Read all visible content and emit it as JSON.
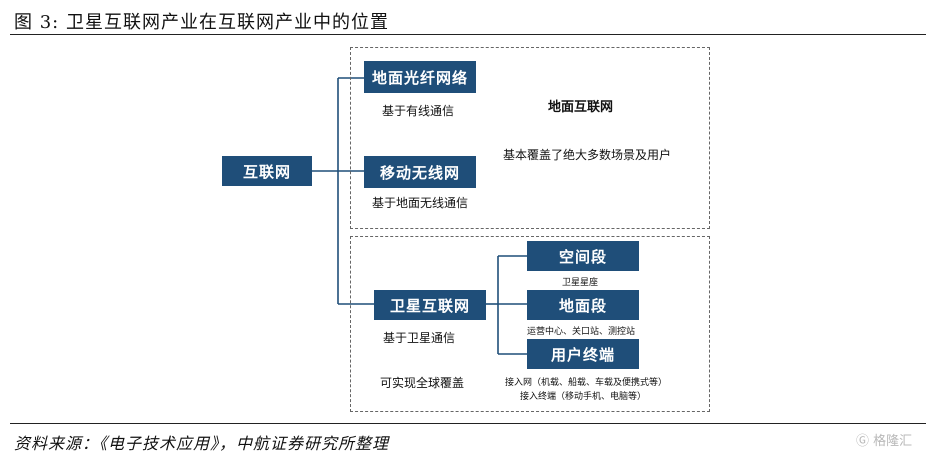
{
  "title": "图 3:  卫星互联网产业在互联网产业中的位置",
  "nodes": {
    "internet": "互联网",
    "fiber": "地面光纤网络",
    "wireless": "移动无线网",
    "satellite": "卫星互联网",
    "space": "空间段",
    "ground": "地面段",
    "user": "用户终端"
  },
  "notes": {
    "fiber": "基于有线通信",
    "wireless": "基于地面无线通信",
    "satellite": "基于卫星通信",
    "global": "可实现全球覆盖",
    "ground_internet_title": "地面互联网",
    "ground_internet_desc": "基本覆盖了绝大多数场景及用户",
    "space": "卫星星座",
    "ground": "运营中心、关口站、测控站",
    "user_line1": "接入网（机载、船载、车载及便携式等）",
    "user_line2": "接入终端（移动手机、电脑等）"
  },
  "source": "资料来源：《电子技术应用》，中航证券研究所整理",
  "watermark": "格隆汇",
  "colors": {
    "box": "#1f4e79",
    "dash": "#666666",
    "line": "#1f4e79"
  }
}
